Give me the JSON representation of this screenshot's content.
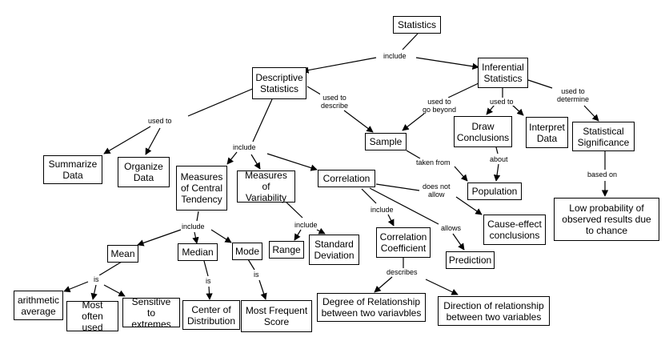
{
  "nodes": {
    "statistics": "Statistics",
    "descriptive": "Descriptive\nStatistics",
    "inferential": "Inferential\nStatistics",
    "summarize": "Summarize\nData",
    "organize": "Organize\nData",
    "central": "Measures\nof Central\nTendency",
    "variability": "Measures\nof Variability",
    "correlation": "Correlation",
    "sample": "Sample",
    "draw": "Draw\nConclusions",
    "interpret": "Interpret\nData",
    "significance": "Statistical\nSignificance",
    "population": "Population",
    "lowprob": "Low probability of\nobserved results due\nto chance",
    "cause": "Cause-effect\nconclusions",
    "coefficient": "Correlation\nCoefficient",
    "prediction": "Prediction",
    "range": "Range",
    "stddev": "Standard\nDeviation",
    "mean": "Mean",
    "median": "Median",
    "mode": "Mode",
    "arith": "arithmetic\naverage",
    "mostoften": "Most often\nused",
    "sensitive": "Sensitive\nto extremes",
    "center": "Center of\nDistribution",
    "mostfreq": "Most Frequent\nScore",
    "degree": "Degree of Relationship\nbetween two variavbles",
    "direction": "Direction of relationship\nbetween two variables"
  },
  "edge_labels": {
    "include_top": "include",
    "used_to_describe": "used to\ndescribe",
    "used_to_go_beyond": "used to\ngo beyond",
    "used_to_mid": "used to",
    "used_to_determine": "used to\ndetermine",
    "used_to_left": "used to",
    "include_mid": "include",
    "taken_from": "taken from",
    "about": "about",
    "based_on": "based on",
    "does_not_allow": "does not\nallow",
    "include_corr": "include",
    "allows": "allows",
    "include_var": "include",
    "include_ct": "include",
    "is_mean": "is",
    "is_median": "is",
    "is_mode": "is",
    "describes": "describes"
  }
}
